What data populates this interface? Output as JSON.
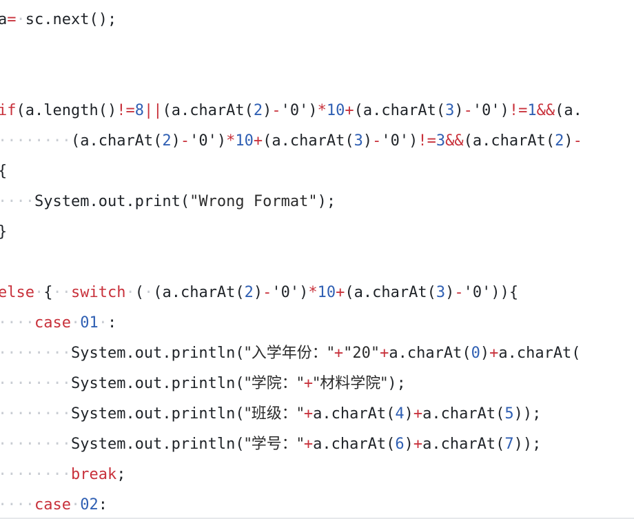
{
  "code": {
    "l1": {
      "a": "a",
      "eq": "=",
      "ws1": "·",
      "rest": "sc.next();"
    },
    "l2": {
      "if": "if",
      "p1": "(a.length()",
      "neq": "!=",
      "n8": "8",
      "or": "||",
      "p2": "(a.charAt(",
      "n2": "2",
      "p3": ")",
      "minus1": "-",
      "s0": "'0'",
      "p4": ")",
      "mul": "*",
      "n10": "10",
      "plus": "+",
      "p5": "(a.charAt(",
      "n3": "3",
      "p6": ")",
      "minus2": "-",
      "s0b": "'0'",
      "p7": ")",
      "neq2": "!=",
      "n1": "1",
      "and": "&&",
      "p8": "(a."
    },
    "l3": {
      "ws": "········",
      "p1": "(a.charAt(",
      "n2": "2",
      "p2": ")",
      "minus1": "-",
      "s0": "'0'",
      "p3": ")",
      "mul": "*",
      "n10": "10",
      "plus": "+",
      "p4": "(a.charAt(",
      "n3": "3",
      "p5": ")",
      "minus2": "-",
      "s0b": "'0'",
      "p6": ")",
      "neq": "!=",
      "n3b": "3",
      "and": "&&",
      "p7": "(a.charAt(",
      "n2b": "2",
      "p8": ")",
      "minus3": "-"
    },
    "l4": {
      "brace": "{"
    },
    "l5": {
      "ws": "····",
      "stmt1": "System.out.print(",
      "str": "\"Wrong Format\"",
      "stmt2": ");"
    },
    "l6": {
      "brace": "}"
    },
    "l7": {
      "else": "else",
      "ws1": "·",
      "brace": "{",
      "ws2": "··",
      "switch": "switch",
      "ws3": "·",
      "p0": "(",
      "ws4": "·",
      "p1": "(a.charAt(",
      "n2": "2",
      "p2": ")",
      "minus1": "-",
      "s0": "'0'",
      "p3": ")",
      "mul": "*",
      "n10": "10",
      "plus": "+",
      "p4": "(a.charAt(",
      "n3": "3",
      "p5": ")",
      "minus2": "-",
      "s0b": "'0'",
      "p6": ")){"
    },
    "l8": {
      "ws": "····",
      "case": "case",
      "ws1": "·",
      "n": "01",
      "ws2": "·",
      "colon": ":"
    },
    "l9": {
      "ws": "········",
      "s1": "System.out.println(",
      "str1": "\"入学年份：\"",
      "plus1": "+",
      "str2": "\"20\"",
      "plus2": "+",
      "p1": "a.charAt(",
      "n0": "0",
      "p2": ")",
      "plus3": "+",
      "p3": "a.charAt("
    },
    "l10": {
      "ws": "········",
      "s1": "System.out.println(",
      "str1": "\"学院：\"",
      "plus1": "+",
      "str2": "\"材料学院\"",
      "end": ");"
    },
    "l11": {
      "ws": "········",
      "s1": "System.out.println(",
      "str1": "\"班级：\"",
      "plus1": "+",
      "p1": "a.charAt(",
      "n4": "4",
      "p2": ")",
      "plus2": "+",
      "p3": "a.charAt(",
      "n5": "5",
      "end": "));"
    },
    "l12": {
      "ws": "········",
      "s1": "System.out.println(",
      "str1": "\"学号：\"",
      "plus1": "+",
      "p1": "a.charAt(",
      "n6": "6",
      "p2": ")",
      "plus2": "+",
      "p3": "a.charAt(",
      "n7": "7",
      "end": "));"
    },
    "l13": {
      "ws": "········",
      "break": "break",
      "end": ";"
    },
    "l14": {
      "ws": "····",
      "case": "case",
      "ws1": "·",
      "n": "02",
      "colon": ":"
    }
  },
  "colors": {
    "keyword": "#c8313b",
    "number": "#2f5fb3",
    "whitespace": "#c9cdd3",
    "text": "#1f2328"
  }
}
